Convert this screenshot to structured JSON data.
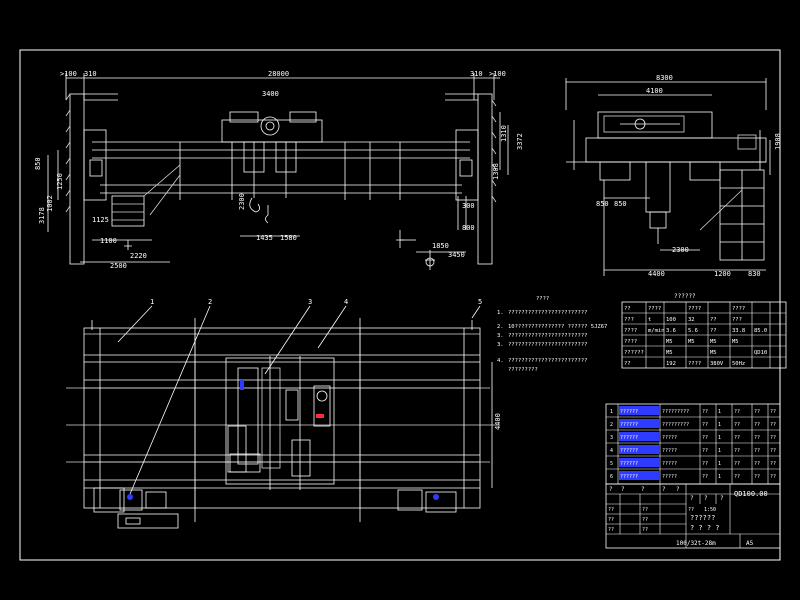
{
  "colors": {
    "background": "#000000",
    "frame": "#ffffff",
    "line": "#ffffff",
    "detail": "#d8d8d8",
    "dim": "#ffffff",
    "leader": "#ffffff",
    "accent_blue": "#2f3cff",
    "accent_red": "#ff2a2a"
  },
  "front_view": {
    "left_offset": ">100",
    "left_offset_b": "310",
    "span": "28000",
    "right_offset": "310",
    "right_offset_b": ">100",
    "trolley_gauge": "3400",
    "height_left": "850",
    "height_right": "1310",
    "height_upper": "2300",
    "height_lift": "3372",
    "col_a": "1002",
    "col_b": "1250",
    "col_c": "3178",
    "bottom_a": "1125",
    "bottom_b": "1100",
    "bottom_c": "2220",
    "bottom_d": "2500",
    "hook_a": "1435",
    "hook_b": "1580",
    "hook_c": "800",
    "wheel_a": "1850",
    "wheel_b": "3450",
    "right_bottom": "300",
    "right_side": "1308"
  },
  "side_view": {
    "width": "8300",
    "width_inner": "4100",
    "right_h": "1908",
    "b_left": "850",
    "b_mid": "850",
    "center": "2300",
    "bottom": "4400",
    "bottom_r": "1200",
    "bottom_rr": "830"
  },
  "plan_view": {
    "callouts": [
      "1",
      "2",
      "3",
      "4",
      "5"
    ],
    "width_dim": "4400"
  },
  "notes": {
    "title": "????",
    "lines": [
      {
        "num": "1.",
        "text": "????????????????????????"
      },
      {
        "num": "2.",
        "text": "10??????????????? ?????? 5JZ67"
      },
      {
        "num": "3.",
        "text": "????????????????????????"
      },
      {
        "num": "3.",
        "text": "????????????????????????"
      },
      {
        "num": "4.",
        "text": "????????????????????????"
      },
      {
        "num": "",
        "text": "?????????"
      }
    ]
  },
  "spec_table": {
    "title": "??????",
    "rows": [
      [
        "??",
        "????",
        "",
        "????",
        "",
        "????",
        ""
      ],
      [
        "???",
        "t",
        "100",
        "32",
        "??",
        "???",
        ""
      ],
      [
        "????",
        "m/min",
        "3.6",
        "5.6",
        "??",
        "33.8",
        "85.0"
      ],
      [
        "????",
        "",
        "M5",
        "M5",
        "M5",
        "M5",
        ""
      ],
      [
        "??????",
        "",
        "M5",
        "",
        "M5",
        "",
        "QD10"
      ],
      [
        "??",
        "",
        "192",
        "????",
        "380V",
        "50Hz",
        ""
      ]
    ]
  },
  "parts_list": {
    "rows": [
      [
        "1",
        "??????",
        "?????????",
        "??",
        "1",
        "??",
        "??",
        "??"
      ],
      [
        "2",
        "??????",
        "?????????",
        "??",
        "1",
        "??",
        "??",
        "??"
      ],
      [
        "3",
        "??????",
        "?????",
        "??",
        "1",
        "??",
        "??",
        "??"
      ],
      [
        "4",
        "??????",
        "?????",
        "??",
        "1",
        "??",
        "??",
        "??"
      ],
      [
        "5",
        "??????",
        "?????",
        "??",
        "1",
        "??",
        "??",
        "??"
      ],
      [
        "6",
        "??????",
        "?????",
        "??",
        "1",
        "??",
        "??",
        "??"
      ]
    ]
  },
  "title_block": {
    "drawing_no": "QD100.00",
    "name": "??????",
    "name2": "? ? ? ?",
    "model": "100/32t-28m",
    "size": "A5",
    "header": [
      "?",
      "?",
      "?",
      "?",
      "?",
      "?",
      "?",
      "?"
    ],
    "labels": [
      "??",
      "??",
      "??",
      "??",
      "??",
      "??"
    ],
    "scale_label": "??",
    "scale": "1:50"
  }
}
